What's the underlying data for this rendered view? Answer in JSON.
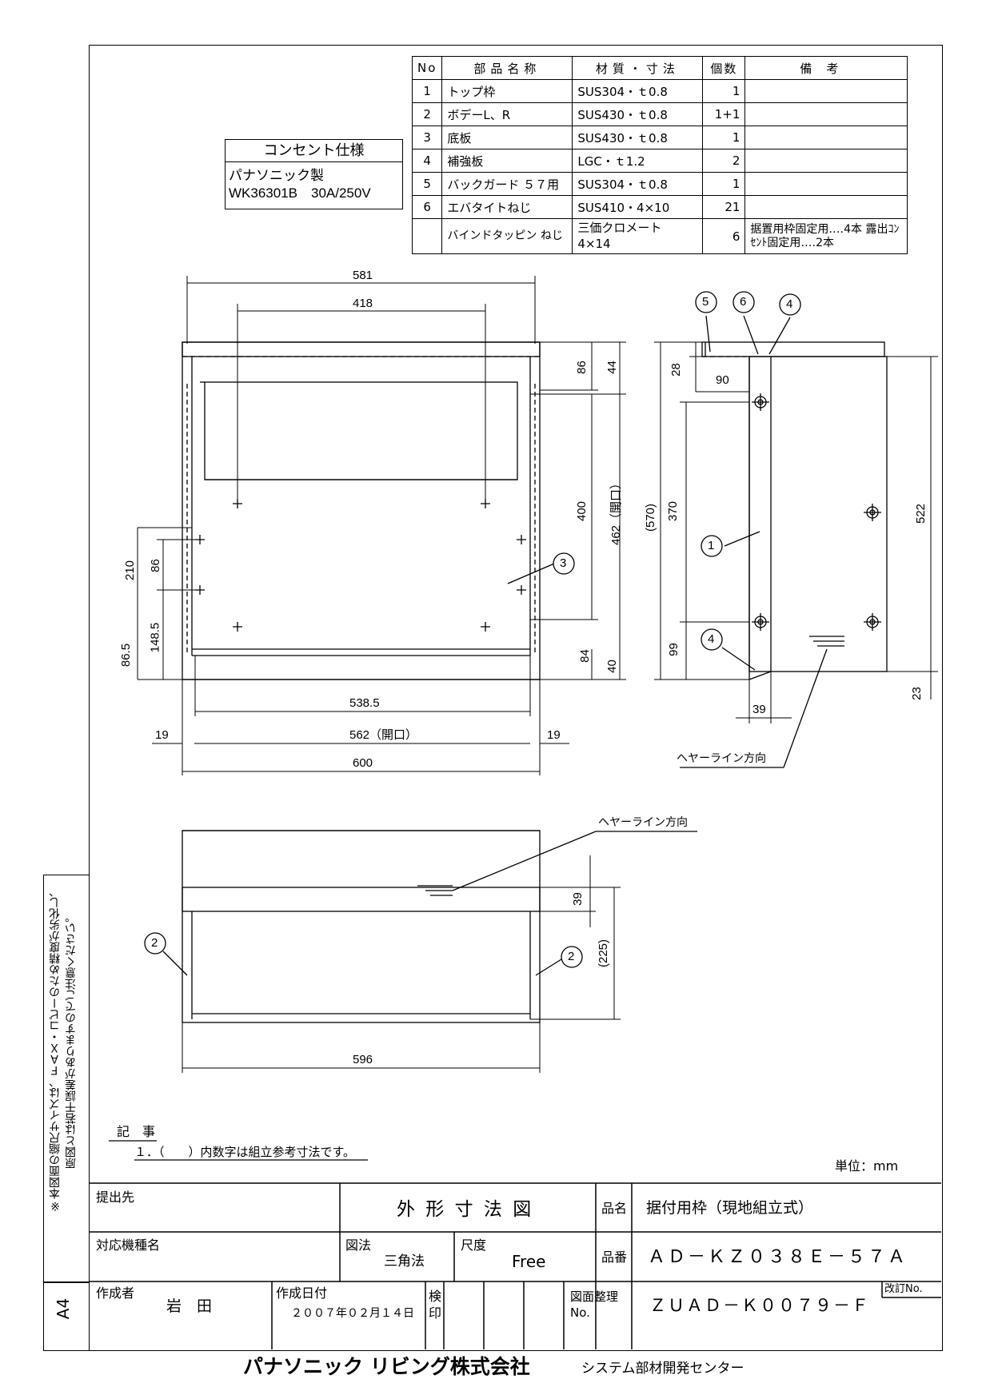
{
  "parts_table": {
    "headers": [
      "No",
      "部品名称",
      "材質・寸法",
      "個数",
      "備考"
    ],
    "rows": [
      {
        "no": "1",
        "name": "トップ枠",
        "material": "SUS304・ｔ0.8",
        "qty": "1",
        "note": ""
      },
      {
        "no": "2",
        "name": "ボデーL、R",
        "material": "SUS430・ｔ0.8",
        "qty": "1+1",
        "note": ""
      },
      {
        "no": "3",
        "name": "底板",
        "material": "SUS430・ｔ0.8",
        "qty": "1",
        "note": ""
      },
      {
        "no": "4",
        "name": "補強板",
        "material": "LGC・ｔ1.2",
        "qty": "2",
        "note": ""
      },
      {
        "no": "5",
        "name": "バックガード ５７用",
        "material": "SUS304・ｔ0.8",
        "qty": "1",
        "note": ""
      },
      {
        "no": "6",
        "name": "エバタイトねじ",
        "material": "SUS410・4×10",
        "qty": "21",
        "note": ""
      },
      {
        "no": "",
        "name": "バインドタッピン ねじ",
        "material": "三価クロメート 4×14",
        "qty": "6",
        "note": "据置用枠固定用‥‥4本 露出ｺﾝｾﾝﾄ固定用‥‥2本"
      }
    ]
  },
  "outlet_spec": {
    "title": "コンセント仕様",
    "maker": "パナソニック製",
    "model": "WK36301B　30A/250V"
  },
  "front_view": {
    "dims": [
      "581",
      "418",
      "86",
      "44",
      "400",
      "462（開口）",
      "210",
      "86",
      "148.5",
      "86.5",
      "84",
      "40",
      "538.5",
      "19",
      "562（開口）",
      "19",
      "600"
    ],
    "balloon": "3"
  },
  "side_view": {
    "dims": [
      "28",
      "90",
      "(570)",
      "370",
      "99",
      "522",
      "23",
      "39"
    ],
    "balloons": [
      "5",
      "6",
      "4",
      "1",
      "4"
    ],
    "hairline_label": "ヘヤーライン方向"
  },
  "top_view": {
    "dims": [
      "39",
      "(225)",
      "596"
    ],
    "balloons": [
      "2",
      "2"
    ],
    "hairline_label": "ヘヤーライン方向"
  },
  "notes": {
    "heading": "記　事",
    "item": "１．（　　）内数字は組立参考寸法です。",
    "unit": "単位：mm"
  },
  "side_note": {
    "line1": "※本図面の縮尺サイズは、ＦＡＸ・コピーのため精度が劣化し、",
    "line2": "原図とは若干誤差がありますのでご注意ください。",
    "paper": "A4"
  },
  "title_block": {
    "submit_to_label": "提出先",
    "drawing_title": "外 形 寸 法 図",
    "product_name_label": "品名",
    "product_name": "据付用枠（現地組立式）",
    "model_label": "対応機種名",
    "projection_label": "図法",
    "projection": "三角法",
    "scale_label": "尺度",
    "scale": "Free",
    "part_no_label": "品番",
    "part_no": "ＡＤ－ＫＺ０３８Ｅ－５７Ａ",
    "author_label": "作成者",
    "author": "岩　田",
    "date_label": "作成日付",
    "date": "２００７年０２月１４日",
    "check_label": "検印",
    "drawing_no_label": "図面整理No.",
    "drawing_no": "ＺＵＡＤ－Ｋ００７９－Ｆ",
    "revision_label": "改訂No."
  },
  "footer": {
    "company": "パナソニック リビング株式会社",
    "division": "システム部材開発センター"
  }
}
